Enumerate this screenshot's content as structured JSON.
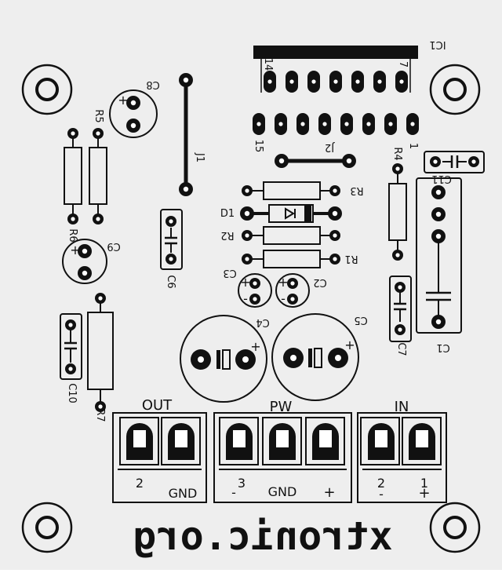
{
  "board": {
    "website": "xtronic.org",
    "colors": {
      "background": "#eeeeee",
      "ink": "#111111",
      "pad_hole": "#ffffff",
      "trace": "#111111"
    }
  },
  "labels": {
    "ic1": "IC1",
    "ic1_pin_14": "14",
    "ic1_pin_7": "7",
    "ic1_pin_15": "15",
    "ic1_pin_1": "1",
    "j1": "J1",
    "j2": "J2",
    "c8": "C8",
    "r5": "R5",
    "r6": "R6",
    "c9": "C9",
    "c6": "C6",
    "r3": "R3",
    "d1": "D1",
    "r2": "R2",
    "r1": "R1",
    "r4": "R4",
    "c11": "C11",
    "c3": "C3",
    "c2": "C2",
    "c4": "C4",
    "c5": "C5",
    "c7": "C7",
    "c1": "C1",
    "c10": "C10",
    "r7": "R7",
    "plus": "+",
    "minus": "-"
  },
  "connectors": {
    "out": {
      "title": "OUT",
      "pins": [
        "2",
        "GND"
      ]
    },
    "pw": {
      "title": "PW",
      "pins": [
        "3",
        "-",
        "GND",
        "+"
      ]
    },
    "in": {
      "title": "IN",
      "pins": [
        "2",
        "-",
        "+",
        "1"
      ]
    }
  }
}
